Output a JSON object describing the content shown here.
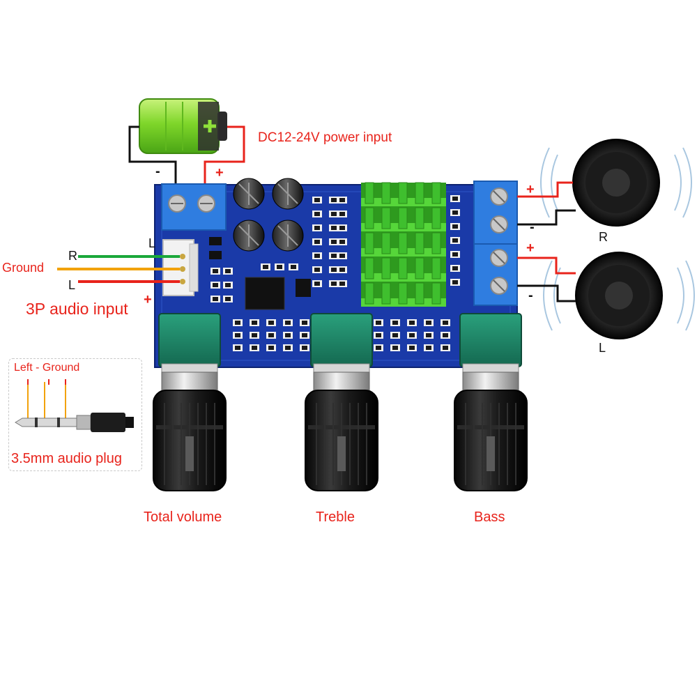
{
  "power": {
    "label": "DC12-24V power input",
    "minus": "-",
    "plus": "+"
  },
  "audio_input": {
    "title": "3P audio input",
    "connector_label": "L",
    "plus": "+",
    "lines": [
      {
        "key": "R",
        "text": "R",
        "color": "#1aa83a"
      },
      {
        "key": "Ground",
        "text": "Ground",
        "color": "#f2a20c"
      },
      {
        "key": "L",
        "text": "L",
        "color": "#e8231b"
      }
    ]
  },
  "plug": {
    "caption": "3.5mm audio plug",
    "labels": "Left - Ground"
  },
  "speakers": [
    {
      "channel": "R",
      "plus": "+",
      "minus": "-"
    },
    {
      "channel": "L",
      "plus": "+",
      "minus": "-"
    }
  ],
  "knobs": [
    {
      "label": "Total volume"
    },
    {
      "label": "Treble"
    },
    {
      "label": "Bass"
    }
  ],
  "colors": {
    "pcb": "#1a3aa8",
    "terminal": "#2f7de0",
    "heatsink": "#3fbf2e",
    "potentiometer": "#1f8a6a",
    "label_red": "#e8231b",
    "battery": "#8fe03a"
  }
}
